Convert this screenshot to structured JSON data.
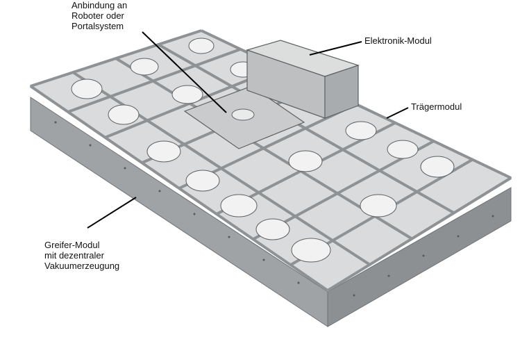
{
  "labels": {
    "anbindung": [
      "Anbindung an",
      "Roboter oder",
      "Portalsystem"
    ],
    "elektronik": "Elektronik-Modul",
    "traeger": "Trägermodul",
    "greifer": [
      "Greifer-Modul",
      "mit dezentraler",
      "Vakuumerzeugung"
    ]
  },
  "colors": {
    "frame": "#b9bcbf",
    "frame_dark": "#7f8386",
    "plate": "#e6e7e8",
    "module_box": "#c8c9ca",
    "leader_line": "#000000"
  },
  "components": {
    "gripper_cells": 16,
    "vacuum_blowers": 16
  }
}
